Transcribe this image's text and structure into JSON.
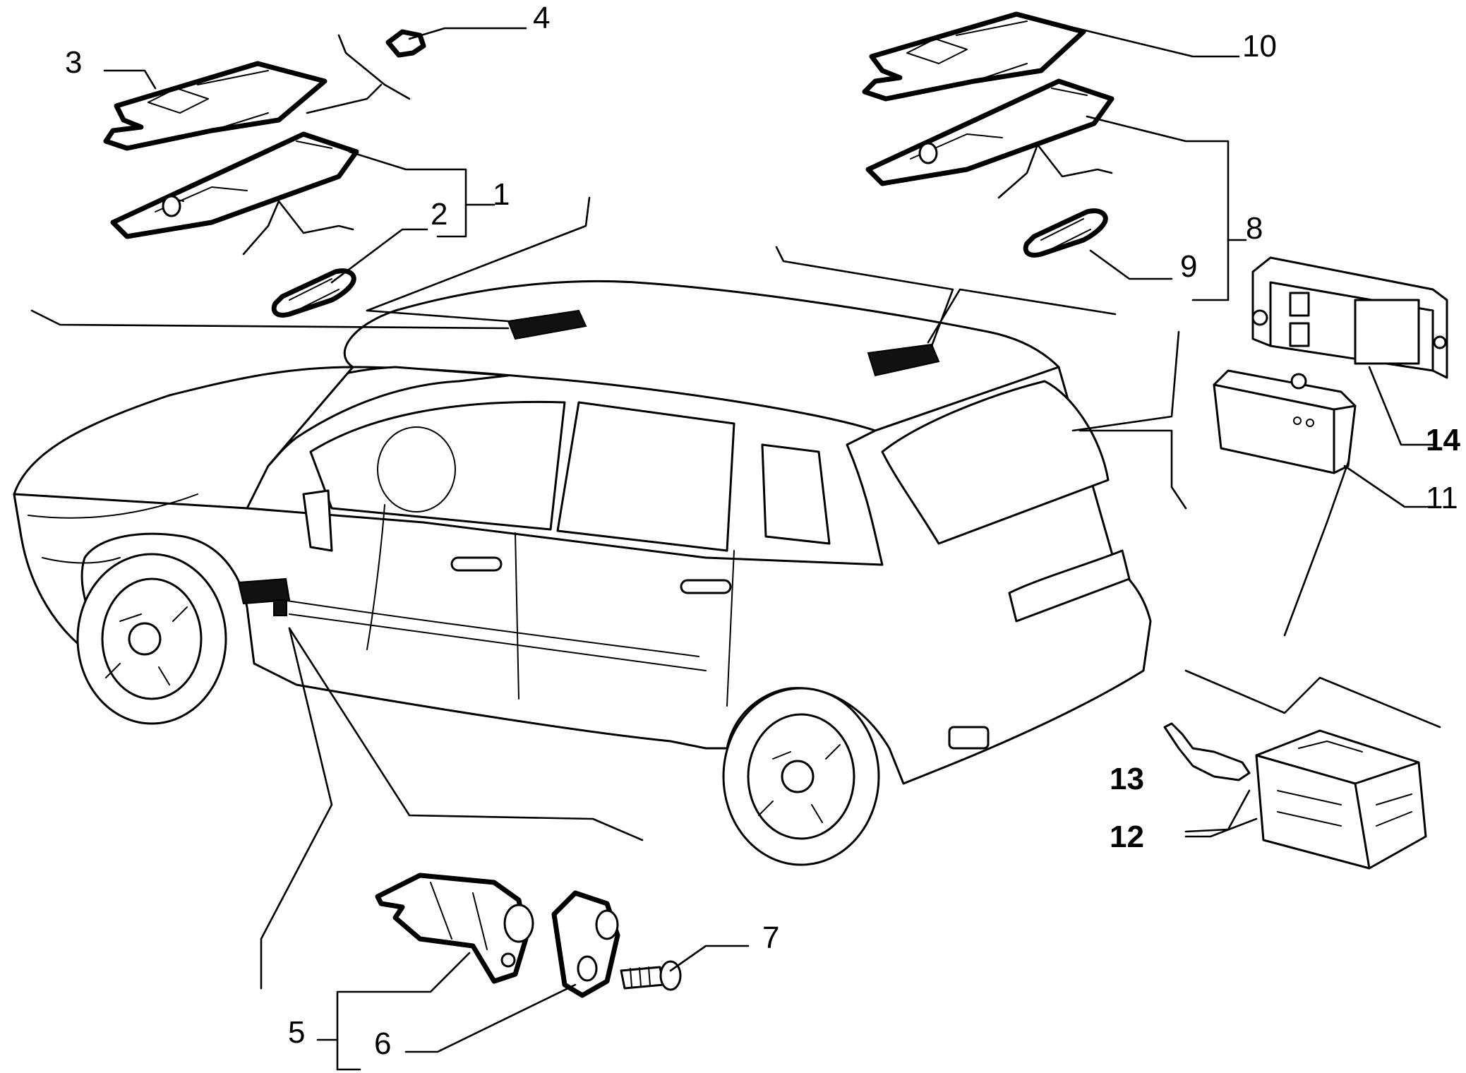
{
  "callouts": [
    {
      "id": 1,
      "label": "1"
    },
    {
      "id": 2,
      "label": "2"
    },
    {
      "id": 3,
      "label": "3"
    },
    {
      "id": 4,
      "label": "4"
    },
    {
      "id": 5,
      "label": "5"
    },
    {
      "id": 6,
      "label": "6"
    },
    {
      "id": 7,
      "label": "7"
    },
    {
      "id": 8,
      "label": "8"
    },
    {
      "id": 9,
      "label": "9"
    },
    {
      "id": 10,
      "label": "10"
    },
    {
      "id": 11,
      "label": "11"
    },
    {
      "id": 12,
      "label": "12"
    },
    {
      "id": 13,
      "label": "13"
    },
    {
      "id": 14,
      "label": "14"
    }
  ]
}
